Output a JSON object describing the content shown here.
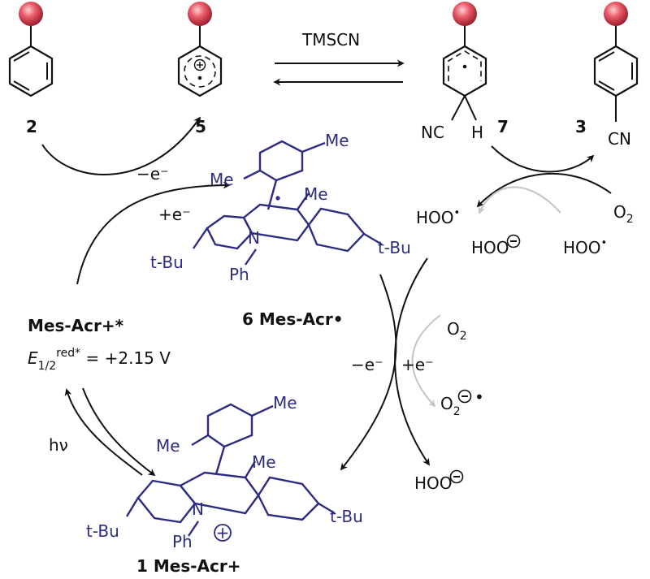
{
  "colors": {
    "catalyst": "#2c2c82",
    "substituent_sphere": "#e05060",
    "secondary_arrow": "#c4c4c4",
    "text": "#111111"
  },
  "compounds": {
    "c2": "2",
    "c5": "5",
    "c7": "7",
    "c3": "3",
    "acr_radical": "6 Mes-Acr•",
    "acr_cation": "1 Mes-Acr+",
    "acr_excited": "Mes-Acr+*"
  },
  "reagents": {
    "tmscn": "TMSCN",
    "o2_top": "O",
    "o2_top_sub": "2",
    "o2_mid": "O",
    "o2_mid_sub": "2",
    "superoxide": "O",
    "superoxide_sub": "2",
    "superoxide_sup": "−"
  },
  "species": {
    "hoo_radical_left": "HOO",
    "hoo_radical_right": "HOO",
    "hoo_anion_top": "HOO",
    "hoo_anion_bottom": "HOO",
    "radical_dot": "•",
    "minus": "−"
  },
  "electron_transfer": {
    "top_oxidation": "−e⁻",
    "top_reduction": "+e⁻",
    "mid_oxidation": "−e⁻",
    "mid_reduction": "+e⁻"
  },
  "potential": {
    "symbol": "E",
    "subscript": "1/2",
    "superscript": "red*",
    "value": " = +2.15 V"
  },
  "photo": "hν",
  "groups": {
    "cn_7": "NC",
    "h_7": "H",
    "cn_3": "CN",
    "me_upper_para": "Me",
    "me_upper_ortho": "Me",
    "me_upper_c4": "Me",
    "tbu_upper_left": "t-Bu",
    "tbu_upper_right": "t-Bu",
    "n_upper": "N",
    "ph_upper": "Ph",
    "me_lower_para": "Me",
    "me_lower_ortho": "Me",
    "me_lower_c4": "Me",
    "tbu_lower_left": "t-Bu",
    "tbu_lower_right": "t-Bu",
    "n_lower": "N",
    "ph_lower": "Ph",
    "plus": "+"
  }
}
